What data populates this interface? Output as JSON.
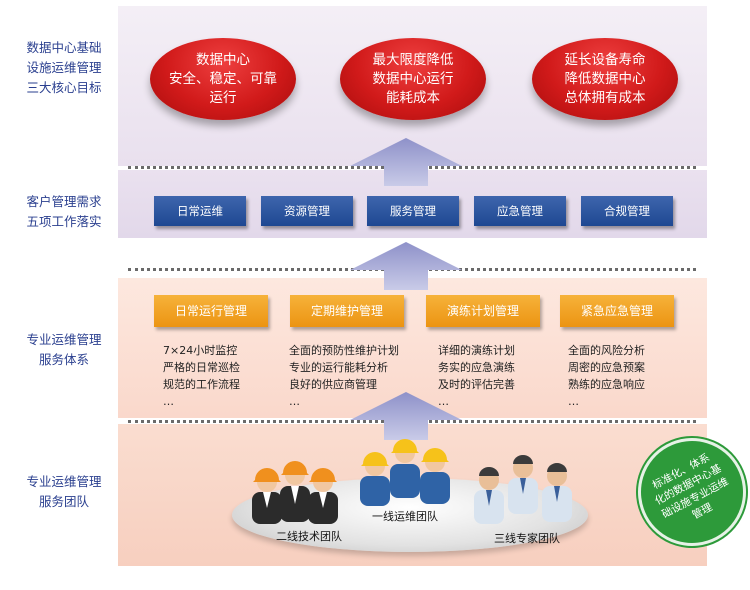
{
  "rows": [
    {
      "label": "数据中心基础\n设施运维管理\n三大核心目标"
    },
    {
      "label": "客户管理需求\n五项工作落实"
    },
    {
      "label": "专业运维管理\n服务体系"
    },
    {
      "label": "专业运维管理\n服务团队"
    }
  ],
  "goals": [
    {
      "text": "数据中心\n安全、稳定、可靠\n运行"
    },
    {
      "text": "最大限度降低\n数据中心运行\n能耗成本"
    },
    {
      "text": "延长设备寿命\n降低数据中心\n总体拥有成本"
    }
  ],
  "needs": [
    {
      "label": "日常运维"
    },
    {
      "label": "资源管理"
    },
    {
      "label": "服务管理"
    },
    {
      "label": "应急管理"
    },
    {
      "label": "合规管理"
    }
  ],
  "services": [
    {
      "label": "日常运行管理",
      "lines": [
        "7×24小时监控",
        "严格的日常巡检",
        "规范的工作流程",
        "…"
      ]
    },
    {
      "label": "定期维护管理",
      "lines": [
        "全面的预防性维护计划",
        "专业的运行能耗分析",
        "良好的供应商管理",
        "…"
      ]
    },
    {
      "label": "演练计划管理",
      "lines": [
        "详细的演练计划",
        "务实的应急演练",
        "及时的评估完善",
        "…"
      ]
    },
    {
      "label": "紧急应急管理",
      "lines": [
        "全面的风险分析",
        "周密的应急预案",
        "熟练的应急响应",
        "…"
      ]
    }
  ],
  "teams": [
    {
      "label": "二线技术团队"
    },
    {
      "label": "一线运维团队"
    },
    {
      "label": "三线专家团队"
    }
  ],
  "badge": {
    "text": "标准化、体系\n化的数据中心基\n础设施专业运维\n管理"
  },
  "colors": {
    "goal_red": "#d11a1a",
    "need_blue": "#1e4892",
    "service_orange": "#ec9412",
    "label_blue": "#2a3f8f",
    "badge_green": "#2d9a3a",
    "arrow_lavender": "#a7a9d6"
  }
}
